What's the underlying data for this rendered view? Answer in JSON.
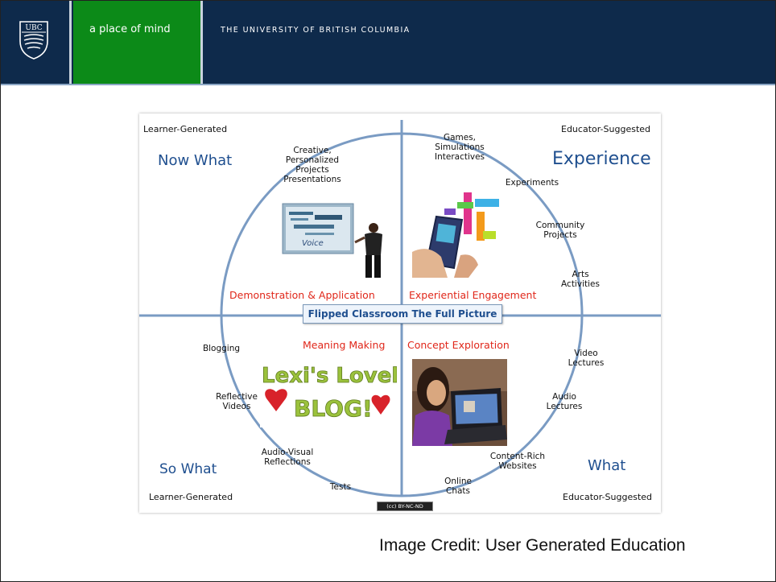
{
  "header": {
    "tagline": "a place of mind",
    "university": "THE UNIVERSITY OF BRITISH COLUMBIA",
    "logo_text": "UBC",
    "colors": {
      "navy": "#0e2a4b",
      "green": "#0c8a18"
    }
  },
  "diagram": {
    "center_title": "Flipped Classroom The Full Picture",
    "corners": {
      "top_left": "Learner-Generated",
      "top_right": "Educator-Suggested",
      "bottom_left": "Learner-Generated",
      "bottom_right": "Educator-Suggested"
    },
    "quadrant_titles": {
      "now_what": "Now What",
      "experience": "Experience",
      "so_what": "So What",
      "what": "What"
    },
    "phases": {
      "demonstration": "Demonstration & Application",
      "experiential": "Experiential Engagement",
      "meaning": "Meaning Making",
      "concept": "Concept Exploration"
    },
    "activities": {
      "creative": "Creative,\nPersonalized\nProjects\nPresentations",
      "games": "Games,\nSimulations\nInteractives",
      "experiments": "Experiments",
      "community": "Community\nProjects",
      "arts": "Arts\nActivities",
      "video": "Video\nLectures",
      "audio": "Audio\nLectures",
      "content": "Content-Rich\nWebsites",
      "chats": "Online\nChats",
      "tests": "Tests",
      "av": "Audio-Visual\nReflections",
      "reflective": "Reflective\nVideos",
      "blogging": "Blogging"
    },
    "blog_image_text_top": "Lexi's Lovely",
    "blog_image_text_bottom": "BLOG!",
    "cc_badge": "(cc) BY-NC-ND",
    "poster_word": "Voice"
  },
  "credit": "Image Credit: User Generated Education"
}
